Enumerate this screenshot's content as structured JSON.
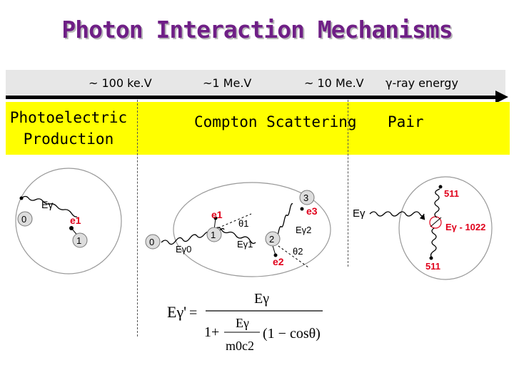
{
  "title": "Photon Interaction Mechanisms",
  "energy_axis": {
    "ticks": [
      "~ 100 ke.V",
      "~1 Me.V",
      "~ 10 Me.V"
    ],
    "axis_label": "γ-ray energy"
  },
  "mechanisms": {
    "photoelectric": "Photoelectric Production",
    "compton": "Compton Scattering",
    "pair": "Pair"
  },
  "photoelectric_diagram": {
    "photon": "Eγ",
    "electron": "e1",
    "shell_0": "0",
    "shell_1": "1"
  },
  "compton_diagram": {
    "shell_0": "0",
    "shell_1": "1",
    "shell_2": "2",
    "shell_3": "3",
    "e1": "e1",
    "e2": "e2",
    "e3": "e3",
    "theta1": "θ1",
    "theta2": "θ2",
    "photon_0": "Eγ0",
    "photon_1": "Eγ1",
    "photon_2": "Eγ2"
  },
  "pair_diagram": {
    "incoming": "Eγ",
    "annihilation_top": "511",
    "annihilation_bottom": "511",
    "nucleus_label": "Eγ - 1022"
  },
  "formula": {
    "lhs": "Eγ'",
    "numerator": "Eγ",
    "denominator_one": "1+",
    "fraction_num": "Eγ",
    "fraction_den": "m0c2",
    "tail": "(1 − cosθ)"
  },
  "colors": {
    "title": "#6f1f86",
    "band": "#ffff00",
    "electron_label": "#e0001b"
  }
}
